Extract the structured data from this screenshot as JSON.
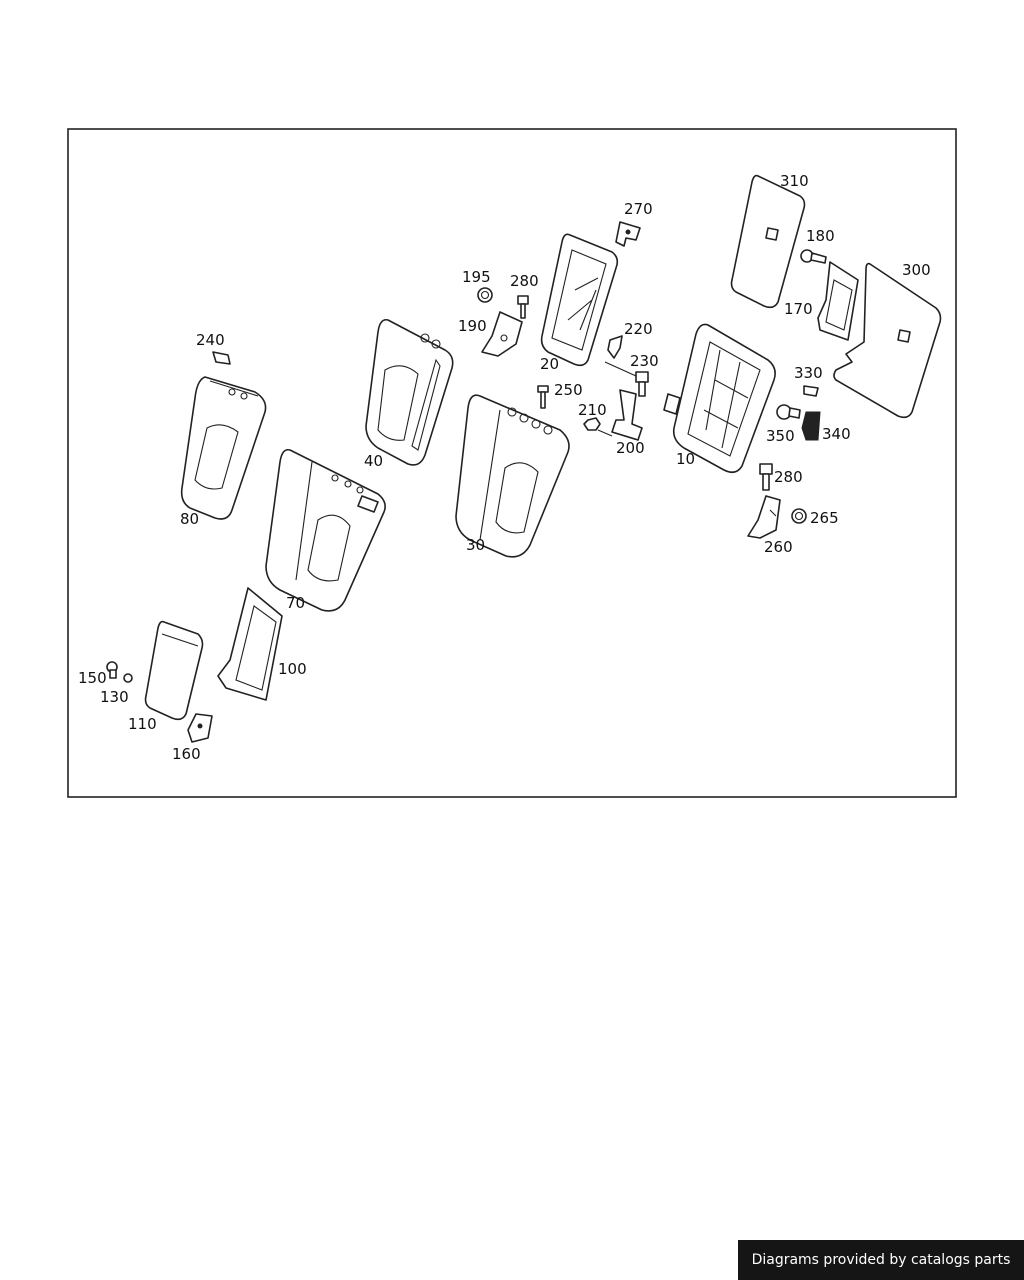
{
  "footer": {
    "credit": "Diagrams provided by catalogs parts"
  },
  "callouts": {
    "c10": "10",
    "c20": "20",
    "c30": "30",
    "c40": "40",
    "c70": "70",
    "c80": "80",
    "c100": "100",
    "c110": "110",
    "c130": "130",
    "c150": "150",
    "c160": "160",
    "c170": "170",
    "c180": "180",
    "c190": "190",
    "c195": "195",
    "c200": "200",
    "c210": "210",
    "c220": "220",
    "c230": "230",
    "c240": "240",
    "c250": "250",
    "c260": "260",
    "c265": "265",
    "c270": "270",
    "c280a": "280",
    "c280b": "280",
    "c300": "300",
    "c310": "310",
    "c330": "330",
    "c340": "340",
    "c350": "350"
  }
}
